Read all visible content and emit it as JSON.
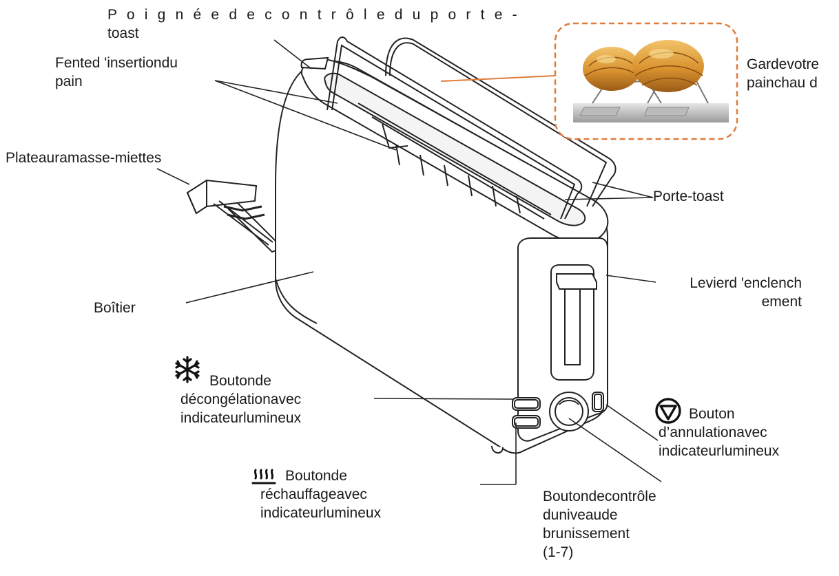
{
  "labels": {
    "handle": [
      "P o i g n é e d e c o n t r ô l e d u p o r t e -",
      "toast"
    ],
    "slot": [
      "Fented 'insertiondu",
      "pain"
    ],
    "keep_warm": [
      "Gardevotre",
      "painchau d"
    ],
    "crumb_tray": [
      "Plateauramasse-miettes"
    ],
    "toast_rack": [
      "Porte-toast"
    ],
    "lever": [
      "Levierd 'enclench",
      "ement"
    ],
    "housing": [
      "Boîtier"
    ],
    "defrost": [
      "Boutonde",
      "décongélationavec",
      "indicateurlumineux"
    ],
    "cancel": [
      "Bouton",
      "d’annulationavec",
      "indicateurlumineux"
    ],
    "reheat": [
      "Boutonde",
      "réchauffageavec",
      "indicateurlumineux"
    ],
    "browning": [
      "Boutondecontrôle",
      "duniveaude",
      "brunissement",
      "(1-7)"
    ]
  },
  "icons": {
    "defrost": "snowflake-icon",
    "cancel": "stop-triangle-icon",
    "reheat": "heat-waves-icon"
  },
  "colors": {
    "text": "#1a1a1a",
    "line": "#222222",
    "callout_border": "#e07b39",
    "callout_leader": "#e07b39",
    "croissant": "#d9932f"
  }
}
